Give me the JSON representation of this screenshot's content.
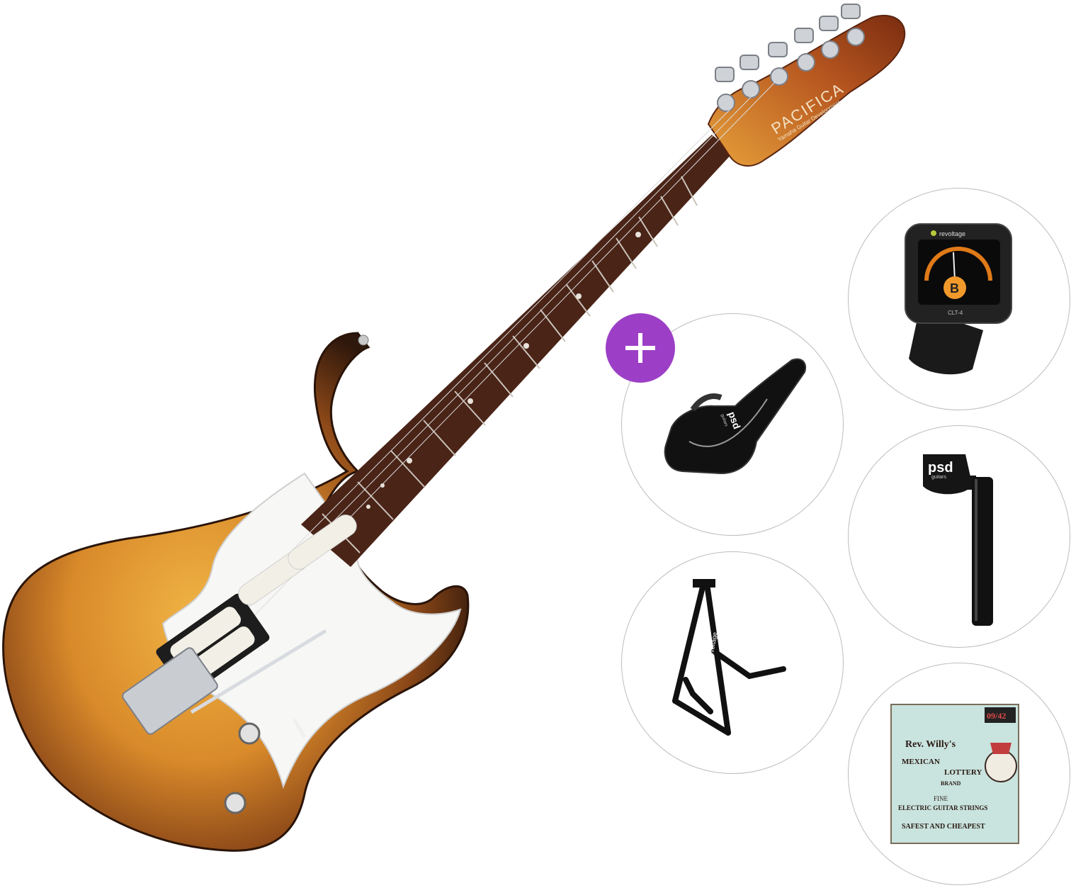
{
  "colors": {
    "accent": "#9c3fc6",
    "sunburst_center": "#e8a332",
    "sunburst_edge": "#3a1d0e",
    "fretboard": "#4a2417"
  },
  "guitar": {
    "headstock_text": "PACIFICA",
    "headstock_subtext": "Yamaha Guitar Development",
    "icon": "guitar-icon"
  },
  "accessories": {
    "add_icon": "plus-icon",
    "tuner": {
      "brand": "revoltage",
      "model": "CLT-4",
      "note": "B"
    },
    "gig_bag": {
      "brand": "psd",
      "sub": "guitars"
    },
    "string_winder": {
      "brand": "psd",
      "sub": "guitars"
    },
    "stand": {
      "brand": "revoltage"
    },
    "strings": {
      "gauge": "09/42",
      "line1": "Rev. Willy's",
      "line2": "MEXICAN",
      "line2b": "LOTTERY",
      "line3": "BRAND",
      "line4": "FINE",
      "line5": "ELECTRIC GUITAR STRINGS",
      "line6": "SAFEST AND CHEAPEST"
    }
  }
}
